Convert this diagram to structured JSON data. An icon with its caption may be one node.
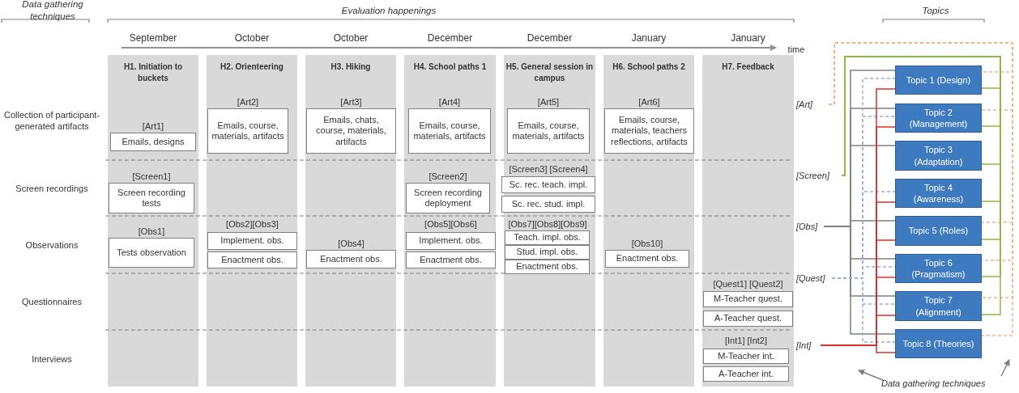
{
  "diagram": {
    "nodes": [
      {
        "text": [
          "H1. Initiation to buckets"
        ]
      },
      {
        "text": [
          "[Art1]",
          "Emails, designs"
        ],
        "in": 0
      },
      {
        "text": [
          "[Screen1]",
          "Screen recording tests"
        ],
        "in": 0
      },
      {
        "text": [
          "[Obs1]",
          "Tests observation"
        ],
        "in": 0
      },
      {
        "text": [
          "H2. Orienteering"
        ]
      },
      {
        "text": [
          "[Art2]",
          "Emails, course, materials, artifacts"
        ],
        "in": 4
      },
      {
        "text": [
          "Implement. obs."
        ],
        "in": 4
      },
      {
        "text": [
          "Enactment obs."
        ],
        "in": 4
      },
      {
        "text": [
          "H3. Hiking"
        ]
      },
      {
        "text": [
          "[Art3]",
          "Emails, chats, course, materials, artifacts"
        ],
        "in": 8
      },
      {
        "text": [
          "[Obs4]",
          "Enactment obs."
        ],
        "in": 8
      },
      {
        "text": [
          "H4. School paths 1"
        ]
      },
      {
        "text": [
          "[Art4]",
          "Emails, course, materials, artifacts"
        ],
        "in": 11
      },
      {
        "text": [
          "[Screen2]",
          "Screen recording deployment"
        ],
        "in": 11
      },
      {
        "text": [
          "Implement. obs."
        ],
        "in": 11
      },
      {
        "text": [
          "Enactment obs."
        ],
        "in": 11
      },
      {
        "text": [
          "H5. General session in campus"
        ]
      },
      {
        "text": [
          "[Art5]",
          "Emails, course, materials, artifacts"
        ],
        "in": 16
      },
      {
        "text": [
          "Sc. rec. teach. impl."
        ],
        "in": 16
      },
      {
        "text": [
          "Sc. rec. stud. impl."
        ],
        "in": 16
      },
      {
        "text": [
          "Teach. impl. obs."
        ],
        "in": 16
      },
      {
        "text": [
          "Stud. impl. obs."
        ],
        "in": 16
      },
      {
        "text": [
          "Enactment obs."
        ],
        "in": 16
      },
      {
        "text": [
          "H6. School paths 2"
        ]
      },
      {
        "text": [
          "[Art6]",
          "Emails, course, materials, teachers reflections, artifacts"
        ],
        "in": 23
      },
      {
        "text": [
          "[Obs10]",
          "Enactment obs."
        ],
        "in": 23
      },
      {
        "text": [
          "H7. Feedback"
        ]
      },
      {
        "text": [
          "M-Teacher quest."
        ],
        "in": 26
      },
      {
        "text": [
          "A-Teacher quest."
        ],
        "in": 26
      },
      {
        "text": [
          "M-Teacher int."
        ],
        "in": 26
      },
      {
        "text": [
          "A-Teacher int."
        ],
        "in": 26
      },
      {
        "text": [
          "[Art]"
        ]
      },
      {
        "text": [
          "[Screen]"
        ]
      },
      {
        "text": [
          "[Obs]"
        ]
      },
      {
        "text": [
          "[Quest]"
        ]
      },
      {
        "text": [
          "[Int]"
        ]
      },
      {
        "text": [
          "Topic 1 (Design)"
        ]
      },
      {
        "text": [
          "Topic 2 (Management)"
        ]
      },
      {
        "text": [
          "Topic 3 (Adaptation)"
        ]
      },
      {
        "text": [
          "Topic 4 (Awareness)"
        ]
      },
      {
        "text": [
          "Topic 5 (Roles)"
        ]
      },
      {
        "text": [
          "Topic 6 (Pragmatism)"
        ]
      },
      {
        "text": [
          "Topic 7 (Alignment)"
        ]
      },
      {
        "text": [
          "Topic 8 (Theories)"
        ]
      },
      {
        "text": [
          "Data gathering techniques"
        ]
      }
    ],
    "edges": [
      {
        "from": 31,
        "to": 36,
        "arrow": "none",
        "style": "dashed",
        "color": "#f4b183"
      },
      {
        "from": 31,
        "to": 37,
        "arrow": "none",
        "style": "dashed",
        "color": "#f4b183"
      },
      {
        "from": 31,
        "to": 40,
        "arrow": "none",
        "style": "dashed",
        "color": "#f4b183"
      },
      {
        "from": 31,
        "to": 41,
        "arrow": "none",
        "style": "dashed",
        "color": "#f4b183"
      },
      {
        "from": 31,
        "to": 42,
        "arrow": "none",
        "style": "dashed",
        "color": "#f4b183"
      },
      {
        "from": 31,
        "to": 43,
        "arrow": "none",
        "style": "dashed",
        "color": "#f4b183"
      },
      {
        "from": 32,
        "to": 36,
        "arrow": "none",
        "color": "#8db843"
      },
      {
        "from": 32,
        "to": 37,
        "arrow": "none",
        "color": "#8db843"
      },
      {
        "from": 32,
        "to": 38,
        "arrow": "none",
        "color": "#8db843"
      },
      {
        "from": 32,
        "to": 39,
        "arrow": "none",
        "color": "#8db843"
      },
      {
        "from": 32,
        "to": 40,
        "arrow": "none",
        "color": "#8db843"
      },
      {
        "from": 32,
        "to": 41,
        "arrow": "none",
        "color": "#8db843"
      },
      {
        "from": 32,
        "to": 42,
        "arrow": "none",
        "color": "#8db843"
      },
      {
        "from": 33,
        "to": 36,
        "arrow": "none"
      },
      {
        "from": 33,
        "to": 37,
        "arrow": "none"
      },
      {
        "from": 33,
        "to": 38,
        "arrow": "none"
      },
      {
        "from": 33,
        "to": 40,
        "arrow": "none"
      },
      {
        "from": 33,
        "to": 41,
        "arrow": "none"
      },
      {
        "from": 33,
        "to": 42,
        "arrow": "none"
      },
      {
        "from": 33,
        "to": 43,
        "arrow": "none"
      },
      {
        "from": 34,
        "to": 36,
        "arrow": "none",
        "style": "dashed",
        "color": "#8fb4d9"
      },
      {
        "from": 34,
        "to": 37,
        "arrow": "none",
        "style": "dashed",
        "color": "#8fb4d9"
      },
      {
        "from": 34,
        "to": 39,
        "arrow": "none",
        "style": "dashed",
        "color": "#8fb4d9"
      },
      {
        "from": 34,
        "to": 41,
        "arrow": "none",
        "style": "dashed",
        "color": "#8fb4d9"
      },
      {
        "from": 34,
        "to": 42,
        "arrow": "none",
        "style": "dashed",
        "color": "#8fb4d9"
      },
      {
        "from": 34,
        "to": 43,
        "arrow": "none",
        "style": "dashed",
        "color": "#8fb4d9"
      },
      {
        "from": 35,
        "to": 36,
        "arrow": "none",
        "color": "#d9302c"
      },
      {
        "from": 35,
        "to": 37,
        "arrow": "none",
        "color": "#d9302c"
      },
      {
        "from": 35,
        "to": 39,
        "arrow": "none",
        "color": "#d9302c"
      },
      {
        "from": 35,
        "to": 40,
        "arrow": "none",
        "color": "#d9302c"
      },
      {
        "from": 35,
        "to": 41,
        "arrow": "none",
        "color": "#d9302c"
      },
      {
        "from": 35,
        "to": 42,
        "arrow": "none",
        "color": "#d9302c"
      },
      {
        "from": 35,
        "to": 43,
        "arrow": "none",
        "color": "#d9302c"
      },
      {
        "from": 44,
        "to": null,
        "arrow": "to"
      },
      {
        "from": 44,
        "to": null,
        "arrow": "to"
      }
    ],
    "labels": [
      "Data gathering techniques",
      "Evaluation happenings",
      "Topics",
      "September",
      "October",
      "October",
      "December",
      "December",
      "January",
      "January",
      "time",
      "Collection of participant-generated artifacts",
      "Screen recordings",
      "Observations",
      "Questionnaires",
      "Interviews",
      "[Obs2][Obs3]",
      "[Screen3] [Screen4]",
      "[Obs5][Obs6]",
      "[Obs7][Obs8][Obs9]",
      "[Quest1] [Quest2]",
      "[Int1] [Int2]"
    ]
  }
}
